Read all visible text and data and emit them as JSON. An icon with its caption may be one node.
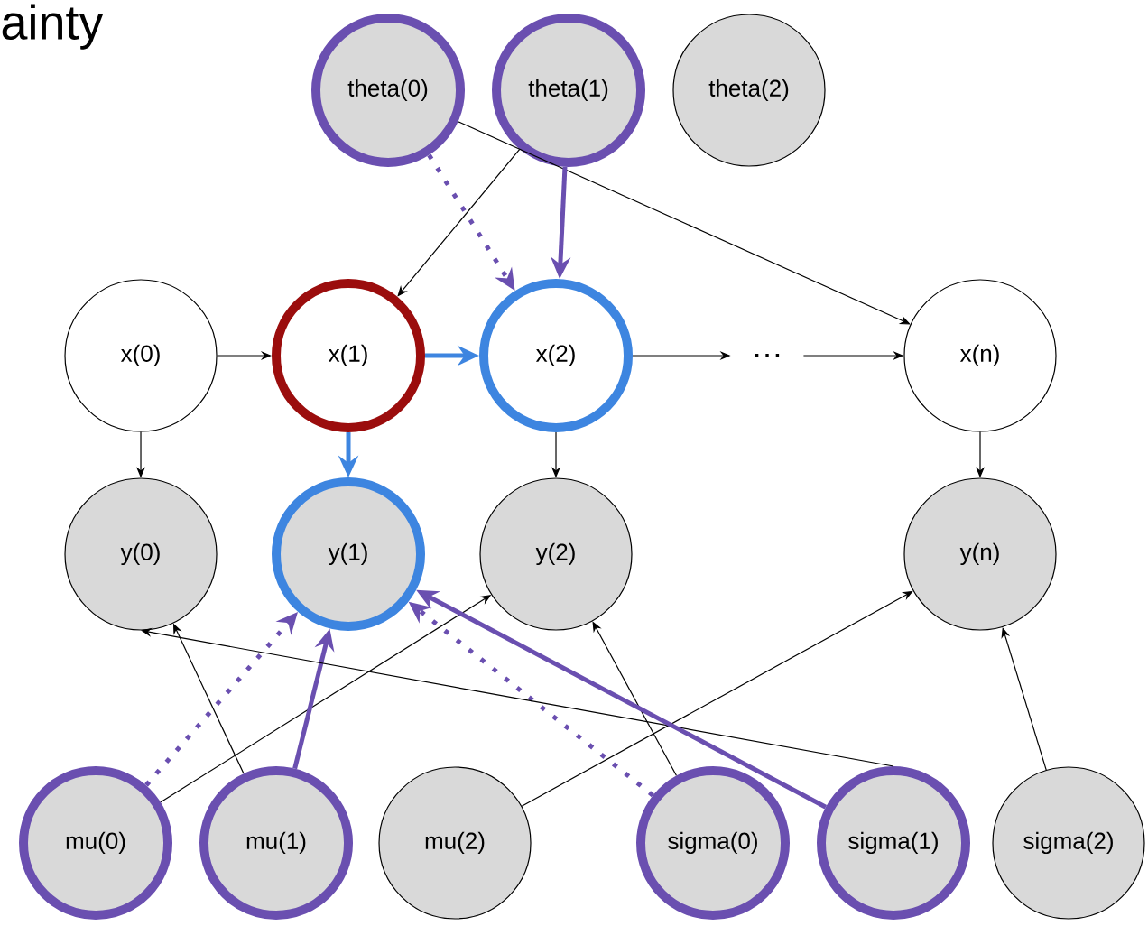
{
  "diagram": {
    "nodes": [
      {
        "text": [
          "theta(0)"
        ]
      },
      {
        "text": [
          "theta(1)"
        ]
      },
      {
        "text": [
          "theta(2)"
        ]
      },
      {
        "text": [
          "x(0)"
        ]
      },
      {
        "text": [
          "x(1)"
        ]
      },
      {
        "text": [
          "x(2)"
        ]
      },
      {
        "text": [
          "…"
        ]
      },
      {
        "text": [
          "x(n)"
        ]
      },
      {
        "text": [
          "y(0)"
        ]
      },
      {
        "text": [
          "y(1)"
        ]
      },
      {
        "text": [
          "y(2)"
        ]
      },
      {
        "text": [
          "y(n)"
        ]
      },
      {
        "text": [
          "mu(0)"
        ]
      },
      {
        "text": [
          "mu(1)"
        ]
      },
      {
        "text": [
          "mu(2)"
        ]
      },
      {
        "text": [
          "sigma(0)"
        ]
      },
      {
        "text": [
          "sigma(1)"
        ]
      },
      {
        "text": [
          "sigma(2)"
        ]
      }
    ],
    "edges": [
      {
        "from": 0,
        "to": 7,
        "arrow": "to"
      },
      {
        "from": 0,
        "to": 5,
        "arrow": "to",
        "style": "dashed",
        "color": "#6a4fb0"
      },
      {
        "from": 1,
        "to": 4,
        "arrow": "to"
      },
      {
        "from": 1,
        "to": 5,
        "arrow": "to",
        "style": "thick",
        "color": "#6a4fb0"
      },
      {
        "from": 3,
        "to": 4,
        "arrow": "to"
      },
      {
        "from": 4,
        "to": 5,
        "arrow": "to",
        "style": "thick",
        "color": "#3d85e0"
      },
      {
        "from": 5,
        "to": 6,
        "arrow": "to"
      },
      {
        "from": 6,
        "to": 7,
        "arrow": "to"
      },
      {
        "from": 3,
        "to": 8,
        "arrow": "to"
      },
      {
        "from": 4,
        "to": 9,
        "arrow": "to",
        "style": "thick",
        "color": "#3d85e0"
      },
      {
        "from": 5,
        "to": 10,
        "arrow": "to"
      },
      {
        "from": 7,
        "to": 11,
        "arrow": "to"
      },
      {
        "from": 12,
        "to": 10,
        "arrow": "to"
      },
      {
        "from": 12,
        "to": 9,
        "arrow": "to",
        "style": "dashed",
        "color": "#6a4fb0"
      },
      {
        "from": 13,
        "to": 8,
        "arrow": "to"
      },
      {
        "from": 13,
        "to": 9,
        "arrow": "to",
        "style": "thick",
        "color": "#6a4fb0"
      },
      {
        "from": 14,
        "to": 11,
        "arrow": "to"
      },
      {
        "from": 15,
        "to": 10,
        "arrow": "to"
      },
      {
        "from": 15,
        "to": 9,
        "arrow": "to",
        "style": "dashed",
        "color": "#6a4fb0"
      },
      {
        "from": 16,
        "to": 8,
        "arrow": "to"
      },
      {
        "from": 16,
        "to": 9,
        "arrow": "to",
        "style": "thick",
        "color": "#6a4fb0"
      },
      {
        "from": 17,
        "to": 11,
        "arrow": "to"
      }
    ],
    "labels": [
      "ainty"
    ]
  }
}
